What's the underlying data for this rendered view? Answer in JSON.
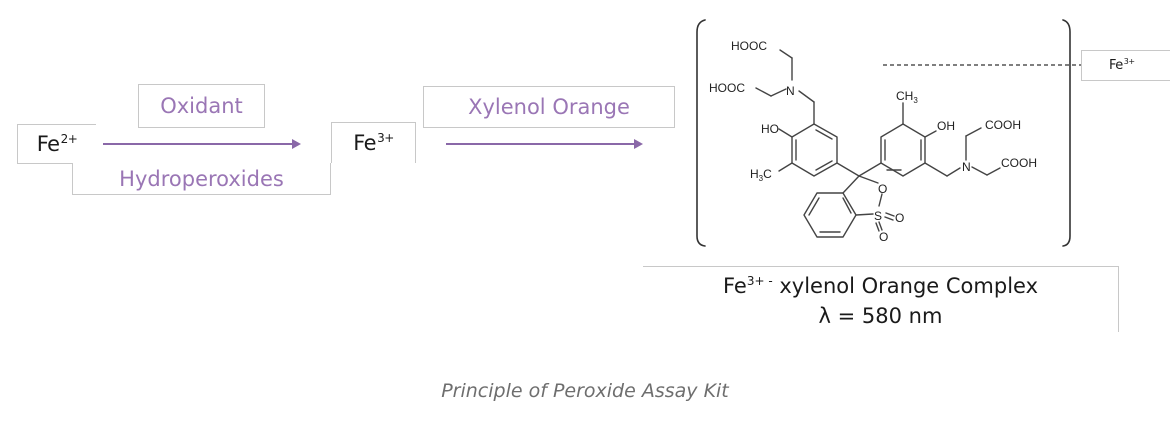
{
  "reaction": {
    "reactant": {
      "symbol": "Fe",
      "charge": "2+"
    },
    "step1": {
      "above_arrow": "Oxidant",
      "below_arrow": "Hydroperoxides"
    },
    "intermediate": {
      "symbol": "Fe",
      "charge": "3+"
    },
    "step2": {
      "above_arrow": "Xylenol Orange"
    },
    "product_structure": {
      "name": "Xylenol Orange complex structure",
      "labels": {
        "hooc_top": "HOOC",
        "hooc_mid": "HOOC",
        "n_left": "N",
        "ho_left": "HO",
        "h3c_left": "H",
        "h3c_left_sub": "3",
        "h3c_left_c": "C",
        "ch3_right": "CH",
        "ch3_right_sub": "3",
        "oh_right": "OH",
        "n_right": "N",
        "cooh_top": "COOH",
        "cooh_bottom": "COOH",
        "o_ring": "O",
        "s": "S",
        "o_right": "O",
        "o_down": "O"
      },
      "bound_ion": {
        "symbol": "Fe",
        "charge": "3+"
      }
    },
    "product": {
      "name_prefix": "Fe",
      "name_charge": "3+ -",
      "name_suffix": " xylenol Orange Complex",
      "wavelength": "λ = 580 nm"
    }
  },
  "caption": "Principle of Peroxide Assay Kit",
  "colors": {
    "accent_purple": "#9a76b5",
    "arrow": "#8a68a8",
    "box_border": "#c8c8c8",
    "caption": "#6e6e6e"
  }
}
